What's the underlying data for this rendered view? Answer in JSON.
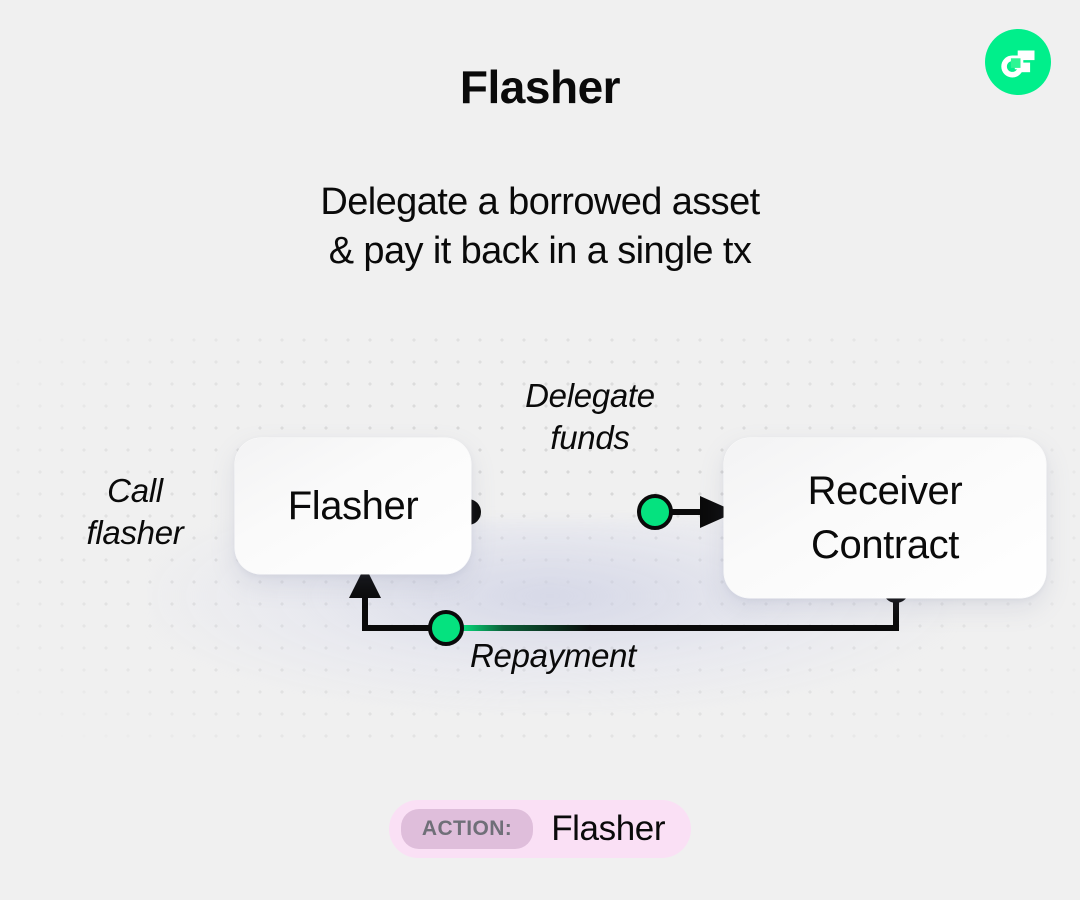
{
  "brand": {
    "logo_icon": "flow-logo-icon",
    "logo_color": "#00EF8B"
  },
  "header": {
    "title": "Flasher",
    "subtitle_line1": "Delegate a borrowed asset",
    "subtitle_line2": "& pay it back in a single tx"
  },
  "diagram": {
    "type": "flow",
    "nodes": [
      {
        "id": "flasher",
        "label": "Flasher"
      },
      {
        "id": "receiver",
        "label_line1": "Receiver",
        "label_line2": "Contract"
      }
    ],
    "edges": [
      {
        "id": "call",
        "label_line1": "Call",
        "label_line2": "flasher",
        "from": "external",
        "to": "flasher"
      },
      {
        "id": "delegate",
        "label_line1": "Delegate",
        "label_line2": "funds",
        "from": "flasher",
        "to": "receiver"
      },
      {
        "id": "repayment",
        "label_line1": "Repayment",
        "label_line2": "",
        "from": "receiver",
        "to": "flasher"
      }
    ],
    "node_marker_color": "#05E27F",
    "line_color": "#0a0a0a"
  },
  "action_badge": {
    "tag_label": "ACTION:",
    "value": "Flasher",
    "outer_color": "#FAE0F5",
    "inner_color": "#DFBEDB"
  }
}
